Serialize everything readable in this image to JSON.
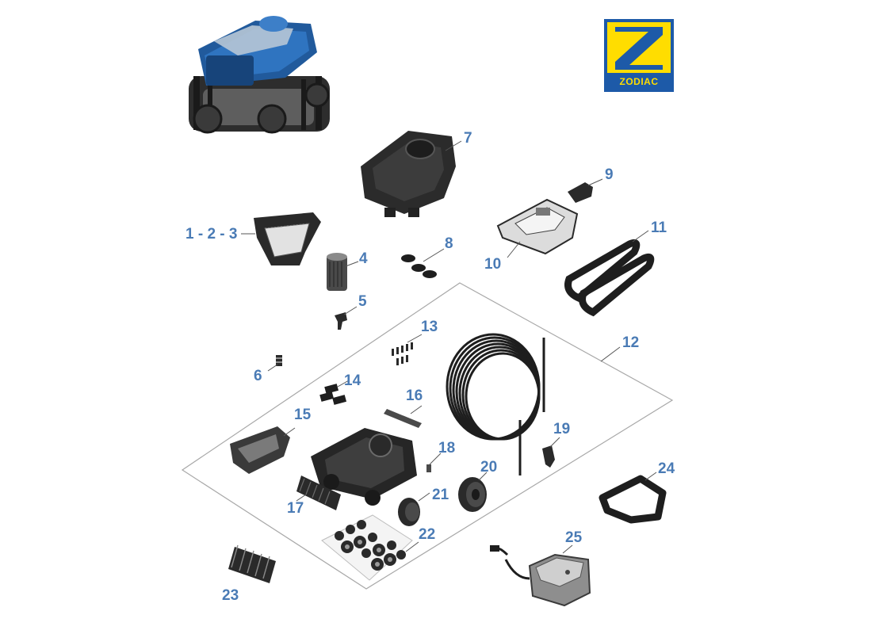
{
  "brand": {
    "name": "ZODIAC",
    "primary_color": "#1d5aa8",
    "accent_color": "#ffdd00"
  },
  "callout_color": "#4a7bb5",
  "callouts": {
    "c123": "1 - 2 - 3",
    "c4": "4",
    "c5": "5",
    "c6": "6",
    "c7": "7",
    "c8": "8",
    "c9": "9",
    "c10": "10",
    "c11": "11",
    "c12": "12",
    "c13": "13",
    "c14": "14",
    "c15": "15",
    "c16": "16",
    "c17": "17",
    "c18": "18",
    "c19": "19",
    "c20": "20",
    "c21": "21",
    "c22": "22",
    "c23": "23",
    "c24": "24",
    "c25": "25"
  },
  "parts": [
    {
      "id": "1-2-3",
      "icon": "filter-basket-icon"
    },
    {
      "id": "4",
      "icon": "filter-cartridge-icon"
    },
    {
      "id": "5",
      "icon": "clip-icon"
    },
    {
      "id": "6",
      "icon": "spring-icon"
    },
    {
      "id": "7",
      "icon": "top-cover-icon"
    },
    {
      "id": "8",
      "icon": "cap-set-icon"
    },
    {
      "id": "9",
      "icon": "handle-latch-icon"
    },
    {
      "id": "10",
      "icon": "lid-icon"
    },
    {
      "id": "11",
      "icon": "tracks-icon"
    },
    {
      "id": "12",
      "icon": "kit-outline-icon"
    },
    {
      "id": "13",
      "icon": "screw-set-icon"
    },
    {
      "id": "14",
      "icon": "seal-pair-icon"
    },
    {
      "id": "15",
      "icon": "side-panel-icon"
    },
    {
      "id": "16",
      "icon": "rail-icon"
    },
    {
      "id": "17",
      "icon": "brush-roller-icon"
    },
    {
      "id": "18",
      "icon": "pin-icon"
    },
    {
      "id": "19",
      "icon": "swivel-icon"
    },
    {
      "id": "20",
      "icon": "wheel-icon"
    },
    {
      "id": "21",
      "icon": "wheel-small-icon"
    },
    {
      "id": "22",
      "icon": "wheel-set-icon"
    },
    {
      "id": "23",
      "icon": "brush-icon"
    },
    {
      "id": "24",
      "icon": "caddy-handle-icon"
    },
    {
      "id": "25",
      "icon": "control-box-icon"
    }
  ]
}
